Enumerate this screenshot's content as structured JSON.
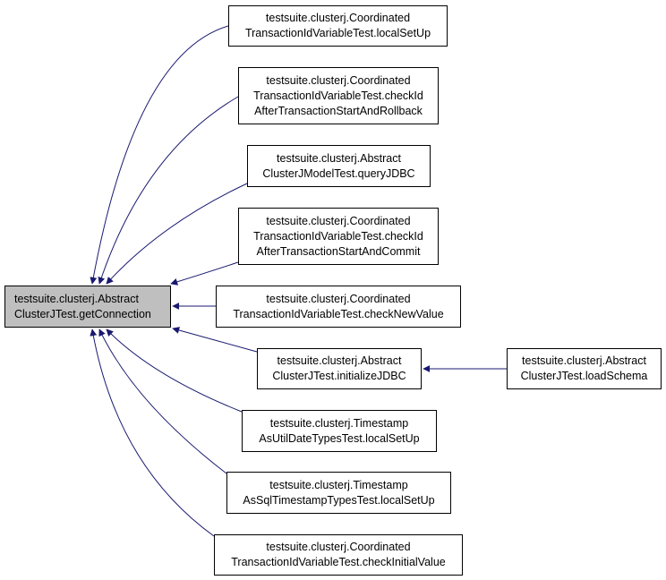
{
  "colors": {
    "edge": "#191970",
    "root_fill": "#bfbfbf",
    "node_fill": "#ffffff",
    "border": "#000000"
  },
  "nodes": {
    "root": [
      "testsuite.clusterj.Abstract",
      "ClusterJTest.getConnection"
    ],
    "n1": [
      "testsuite.clusterj.Coordinated",
      "TransactionIdVariableTest.localSetUp"
    ],
    "n2": [
      "testsuite.clusterj.Coordinated",
      "TransactionIdVariableTest.checkId",
      "AfterTransactionStartAndRollback"
    ],
    "n3": [
      "testsuite.clusterj.Abstract",
      "ClusterJModelTest.queryJDBC"
    ],
    "n4": [
      "testsuite.clusterj.Coordinated",
      "TransactionIdVariableTest.checkId",
      "AfterTransactionStartAndCommit"
    ],
    "n5": [
      "testsuite.clusterj.Coordinated",
      "TransactionIdVariableTest.checkNewValue"
    ],
    "n6": [
      "testsuite.clusterj.Abstract",
      "ClusterJTest.initializeJDBC"
    ],
    "n7": [
      "testsuite.clusterj.Abstract",
      "ClusterJTest.loadSchema"
    ],
    "n8": [
      "testsuite.clusterj.Timestamp",
      "AsUtilDateTypesTest.localSetUp"
    ],
    "n9": [
      "testsuite.clusterj.Timestamp",
      "AsSqlTimestampTypesTest.localSetUp"
    ],
    "n10": [
      "testsuite.clusterj.Coordinated",
      "TransactionIdVariableTest.checkInitialValue"
    ]
  },
  "edges": [
    {
      "from": "n1",
      "to": "root"
    },
    {
      "from": "n2",
      "to": "root"
    },
    {
      "from": "n3",
      "to": "root"
    },
    {
      "from": "n4",
      "to": "root"
    },
    {
      "from": "n5",
      "to": "root"
    },
    {
      "from": "n6",
      "to": "root"
    },
    {
      "from": "n8",
      "to": "root"
    },
    {
      "from": "n9",
      "to": "root"
    },
    {
      "from": "n10",
      "to": "root"
    },
    {
      "from": "n7",
      "to": "n6"
    }
  ]
}
